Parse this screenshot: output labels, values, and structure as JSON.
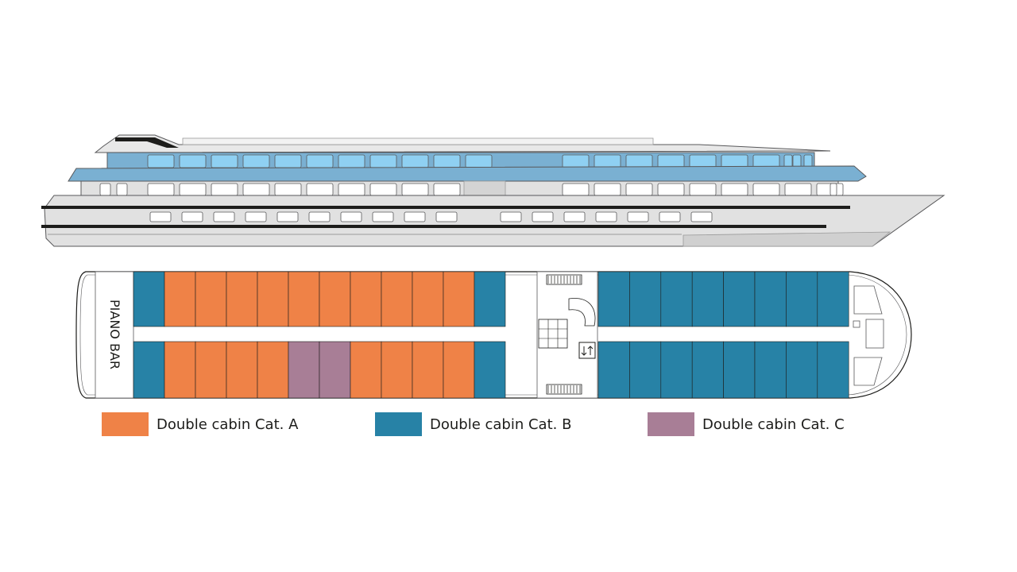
{
  "deck_plan": {
    "venue_label": "PIANO BAR"
  },
  "legend": [
    {
      "key": "A",
      "label": "Double cabin Cat. A",
      "color": "#ef8247"
    },
    {
      "key": "B",
      "label": "Double cabin Cat. B",
      "color": "#2782a6"
    },
    {
      "key": "C",
      "label": "Double cabin Cat. C",
      "color": "#a87e96"
    }
  ],
  "cabin_rows": {
    "aft_top": [
      "B",
      "A",
      "A",
      "A",
      "A",
      "A",
      "A",
      "A",
      "A",
      "A",
      "A",
      "B"
    ],
    "aft_bottom": [
      "B",
      "A",
      "A",
      "A",
      "A",
      "C",
      "C",
      "A",
      "A",
      "A",
      "A",
      "B"
    ],
    "fore_top": [
      "B",
      "B",
      "B",
      "B",
      "B",
      "B",
      "B",
      "B"
    ],
    "fore_bottom": [
      "B",
      "B",
      "B",
      "B",
      "B",
      "B",
      "B",
      "B"
    ]
  },
  "colors": {
    "hull": "#e1e1e1",
    "hull_stripe": "#1d1d1b",
    "glass_deck": "#7ab0d2",
    "glass_window": "#8fd0f2",
    "outline": "#58585a"
  }
}
